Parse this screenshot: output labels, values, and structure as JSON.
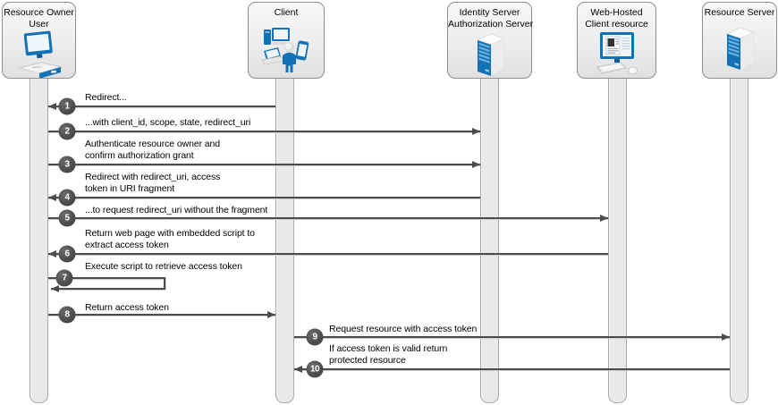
{
  "diagram": {
    "type": "sequence",
    "actors": [
      {
        "name": "resource-owner-user",
        "label_lines": [
          "Resource Owner",
          "User"
        ],
        "icon": "desktop-computer-icon"
      },
      {
        "name": "client",
        "label_lines": [
          "Client"
        ],
        "icon": "client-devices-icon"
      },
      {
        "name": "identity-server-authorization-server",
        "label_lines": [
          "Identity Server",
          "Authorization Server"
        ],
        "icon": "server-rack-icon"
      },
      {
        "name": "web-hosted-client-resource",
        "label_lines": [
          "Web-Hosted",
          "Client resource"
        ],
        "icon": "workstation-icon"
      },
      {
        "name": "resource-server",
        "label_lines": [
          "Resource Server"
        ],
        "icon": "server-rack-icon"
      }
    ],
    "messages": [
      {
        "step": "1",
        "from": "client",
        "to": "resource-owner-user",
        "label_lines": [
          "Redirect..."
        ]
      },
      {
        "step": "2",
        "from": "resource-owner-user",
        "to": "identity-server-authorization-server",
        "label_lines": [
          "...with client_id, scope, state, redirect_uri"
        ]
      },
      {
        "step": "3",
        "from": "resource-owner-user",
        "to": "identity-server-authorization-server",
        "label_lines": [
          "Authenticate resource owner and",
          "confirm authorization grant"
        ]
      },
      {
        "step": "4",
        "from": "identity-server-authorization-server",
        "to": "resource-owner-user",
        "label_lines": [
          "Redirect with redirect_uri, access",
          "token in URI fragment"
        ]
      },
      {
        "step": "5",
        "from": "resource-owner-user",
        "to": "web-hosted-client-resource",
        "label_lines": [
          "...to request redirect_uri without the fragment"
        ]
      },
      {
        "step": "6",
        "from": "web-hosted-client-resource",
        "to": "resource-owner-user",
        "label_lines": [
          "Return web page with embedded script to",
          "extract access token"
        ]
      },
      {
        "step": "7",
        "from": "resource-owner-user",
        "to": "resource-owner-user",
        "label_lines": [
          "Execute script to retrieve access token"
        ]
      },
      {
        "step": "8",
        "from": "resource-owner-user",
        "to": "client",
        "label_lines": [
          "Return access token"
        ]
      },
      {
        "step": "9",
        "from": "client",
        "to": "resource-server",
        "label_lines": [
          "Request resource with access token"
        ]
      },
      {
        "step": "10",
        "from": "resource-server",
        "to": "client",
        "label_lines": [
          "If access token is valid return",
          "protected resource"
        ]
      }
    ],
    "colors": {
      "icon_blue": "#1272b5",
      "icon_blue_dark": "#0d5a94",
      "icon_blue_light": "#6fb3de",
      "line": "#4c4c4c",
      "badge_fill": "#4f4f4f",
      "badge_text": "#ffffff",
      "box_border": "#8f8f8f",
      "box_fill": "#ededed",
      "lifeline_fill": "#e9e9e9",
      "lifeline_border": "#a8a8a8",
      "text": "#000000",
      "background": "#ffffff"
    }
  }
}
